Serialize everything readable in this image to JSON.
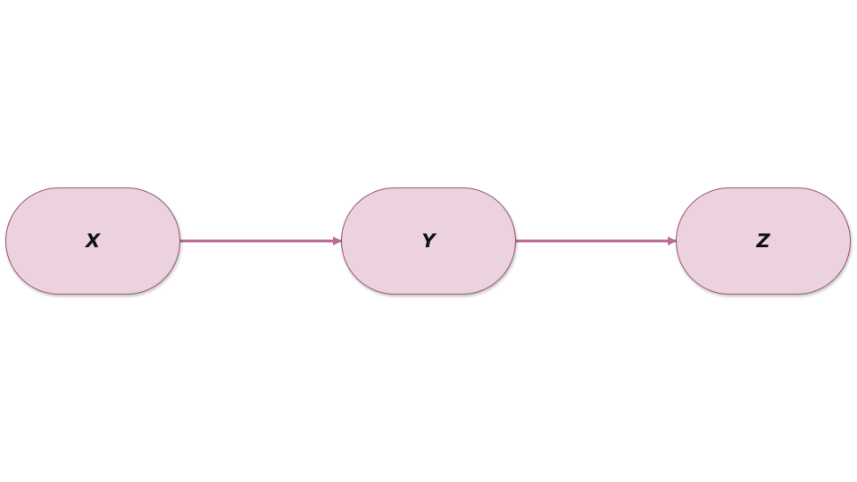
{
  "diagram": {
    "nodes": [
      {
        "id": "x",
        "label": "X"
      },
      {
        "id": "y",
        "label": "Y"
      },
      {
        "id": "z",
        "label": "Z"
      }
    ],
    "edges": [
      {
        "from": "X",
        "to": "Y"
      },
      {
        "from": "Y",
        "to": "Z"
      }
    ],
    "colors": {
      "node_fill": "#ebd2de",
      "node_border": "#9a5578",
      "edge": "#b86a93"
    }
  }
}
